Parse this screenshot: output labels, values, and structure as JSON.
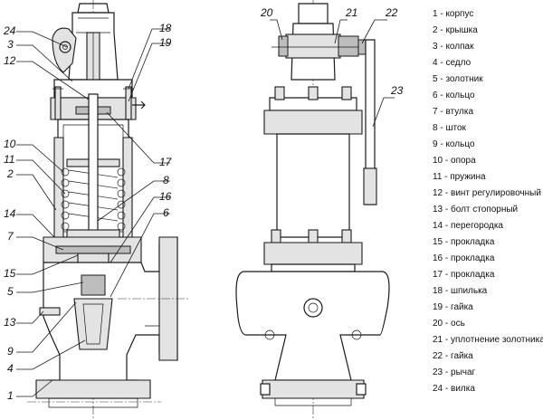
{
  "left_callouts": [
    "24",
    "3",
    "12",
    "10",
    "11",
    "2",
    "14",
    "7",
    "15",
    "5",
    "13",
    "9",
    "4",
    "1"
  ],
  "left_right_callouts": [
    "18",
    "19",
    "17",
    "8",
    "16",
    "6"
  ],
  "right_callouts": [
    "20",
    "21",
    "22",
    "23"
  ],
  "legend": [
    "1 - корпус",
    "2 - крышка",
    "3 - колпак",
    "4 - седло",
    "5 - золотник",
    "6 - кольцо",
    "7 - втулка",
    "8 - шток",
    "9 - кольцо",
    "10 - опора",
    "11 - пружина",
    "12 - винт регулировочный",
    "13 - болт стопорный",
    "14 - перегородка",
    "15 - прокладка",
    "16 - прокладка",
    "17 - прокладка",
    "18 - шпилька",
    "19 - гайка",
    "20 - ось",
    "21 - уплотнение золотника",
    "22 - гайка",
    "23 - рычаг",
    "24 - вилка"
  ]
}
